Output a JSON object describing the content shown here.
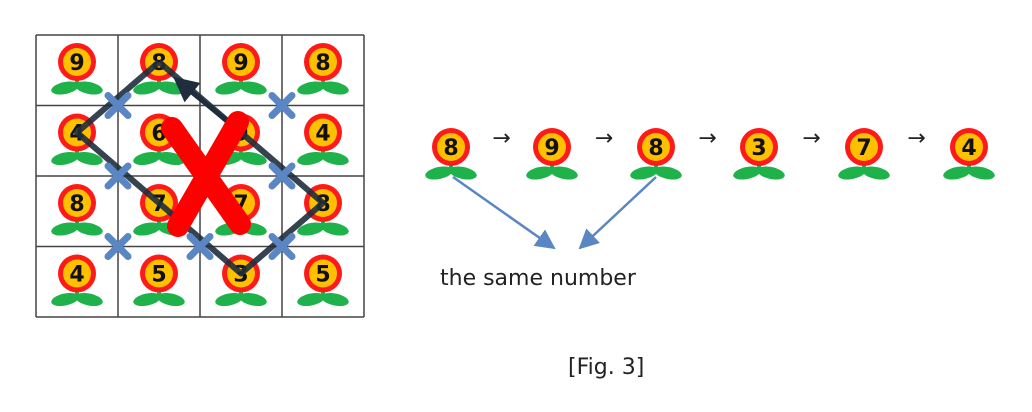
{
  "grid": {
    "rows": [
      [
        "9",
        "8",
        "9",
        "8"
      ],
      [
        "4",
        "6",
        "9",
        "4"
      ],
      [
        "8",
        "7",
        "7",
        "8"
      ],
      [
        "4",
        "5",
        "3",
        "5"
      ]
    ],
    "path": [
      [
        0,
        1
      ],
      [
        1,
        2
      ],
      [
        2,
        3
      ],
      [
        3,
        2
      ],
      [
        2,
        1
      ],
      [
        1,
        0
      ],
      [
        0,
        1
      ]
    ],
    "blocked_crossings": [
      [
        1,
        1
      ],
      [
        1,
        3
      ],
      [
        2,
        1
      ],
      [
        2,
        3
      ],
      [
        3,
        1
      ],
      [
        3,
        2
      ],
      [
        3,
        3
      ]
    ],
    "big_x_color": "#ff0000",
    "cross_color": "#5b86c4"
  },
  "sequence": {
    "values": [
      "8",
      "9",
      "8",
      "3",
      "7",
      "4"
    ],
    "arrow_glyph": "→",
    "highlight_indices": [
      0,
      2
    ],
    "annotation": "the same number",
    "annotation_arrow_color": "#5b86c4"
  },
  "figure_caption": "[Fig. 3]",
  "colors": {
    "petal": "#ff1a1a",
    "center": "#ffc000",
    "leaf": "#1fb24a",
    "grid_line": "#444444",
    "path_line": "#1f2d3d"
  }
}
